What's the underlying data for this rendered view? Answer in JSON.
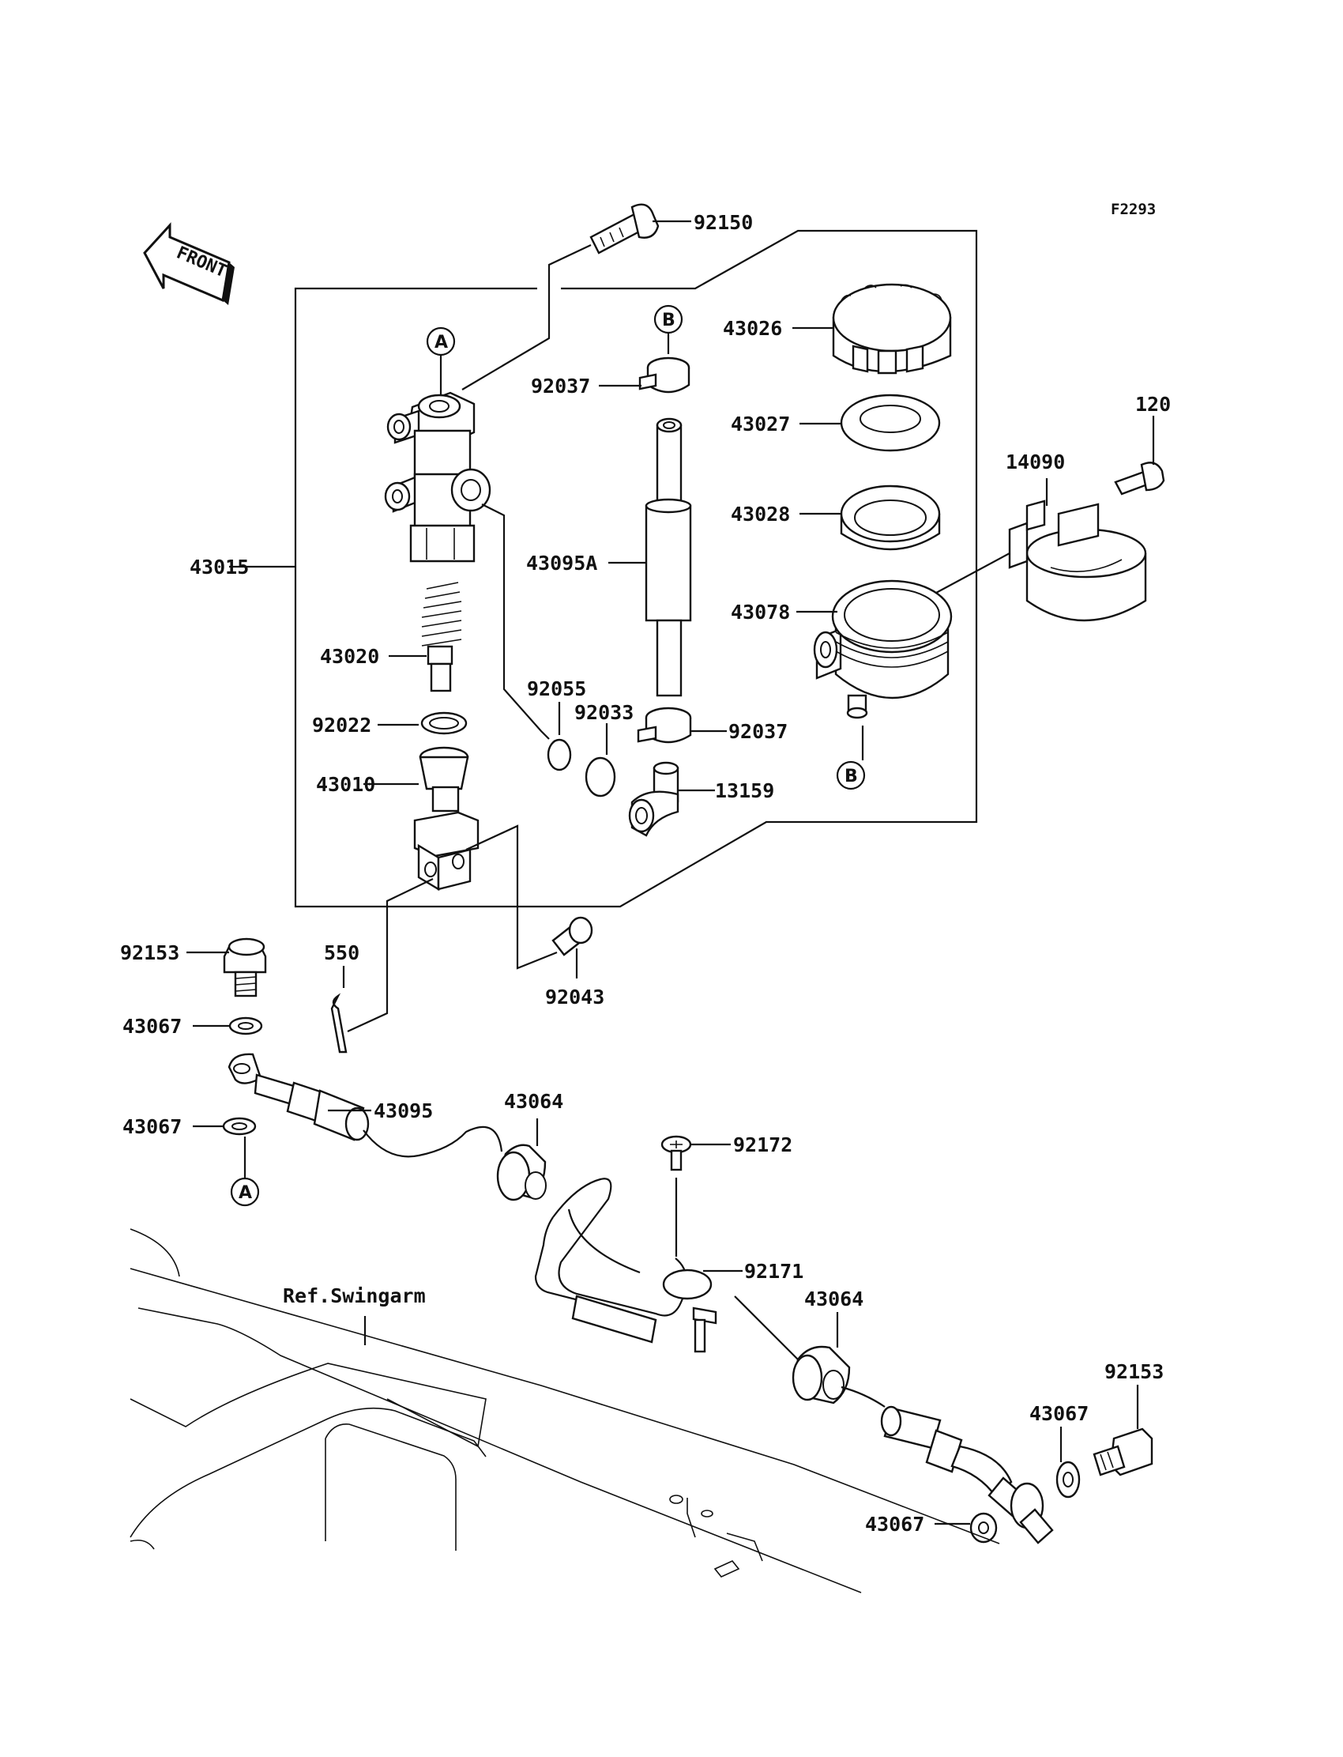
{
  "diagram": {
    "code": "F2293",
    "front_label": "FRONT",
    "ref_label": "Ref.Swingarm",
    "markers": {
      "a": "A",
      "b": "B"
    },
    "parts": {
      "p92150": "92150",
      "p43026": "43026",
      "p92037_top": "92037",
      "p43027": "43027",
      "p120": "120",
      "p14090": "14090",
      "p43028": "43028",
      "p43015": "43015",
      "p43095A": "43095A",
      "p43078": "43078",
      "p43020": "43020",
      "p92055": "92055",
      "p92033": "92033",
      "p92022": "92022",
      "p92037_bot": "92037",
      "p43010": "43010",
      "p13159": "13159",
      "p92153_left": "92153",
      "p550": "550",
      "p92043": "92043",
      "p43067_a": "43067",
      "p43095": "43095",
      "p43064_a": "43064",
      "p43067_b": "43067",
      "p92172": "92172",
      "p92171": "92171",
      "p43064_b": "43064",
      "p92153_right": "92153",
      "p43067_c": "43067",
      "p43067_d": "43067"
    }
  }
}
